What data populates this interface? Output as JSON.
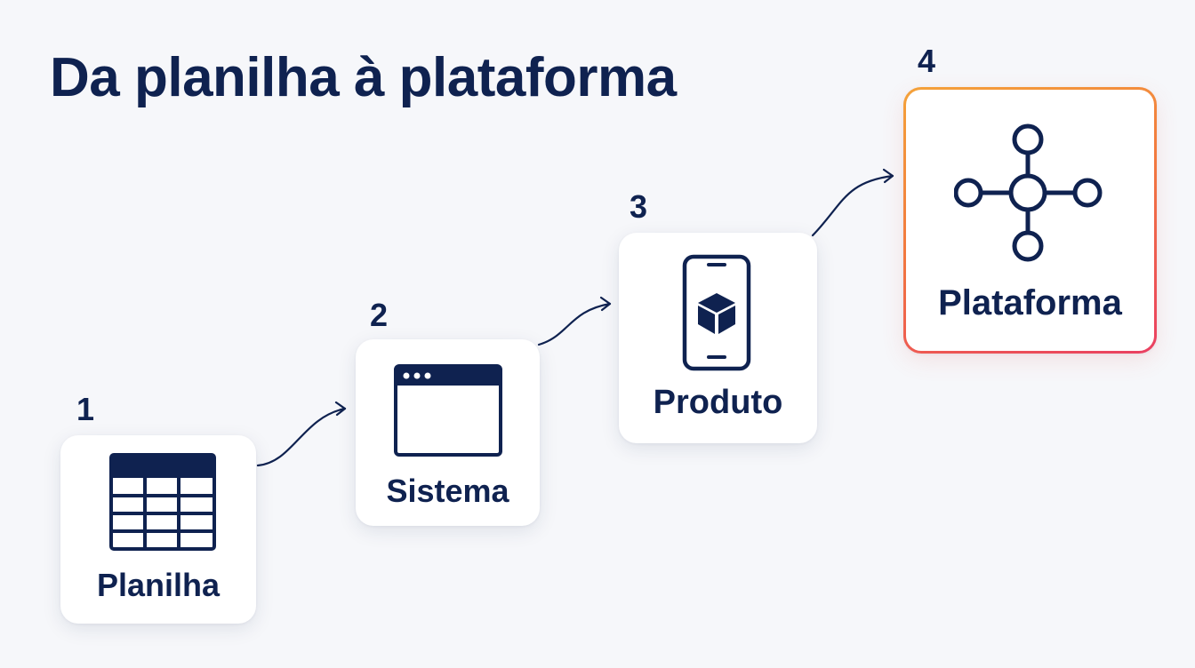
{
  "title": "Da planilha à plataforma",
  "steps": [
    {
      "number": "1",
      "label": "Planilha",
      "icon": "spreadsheet-icon"
    },
    {
      "number": "2",
      "label": "Sistema",
      "icon": "browser-window-icon"
    },
    {
      "number": "3",
      "label": "Produto",
      "icon": "mobile-product-icon"
    },
    {
      "number": "4",
      "label": "Plataforma",
      "icon": "network-hub-icon"
    }
  ],
  "colors": {
    "background": "#f6f7fa",
    "ink": "#0f2250",
    "highlight_gradient": [
      "#f4a23a",
      "#f27a3e",
      "#ea3f62"
    ]
  }
}
